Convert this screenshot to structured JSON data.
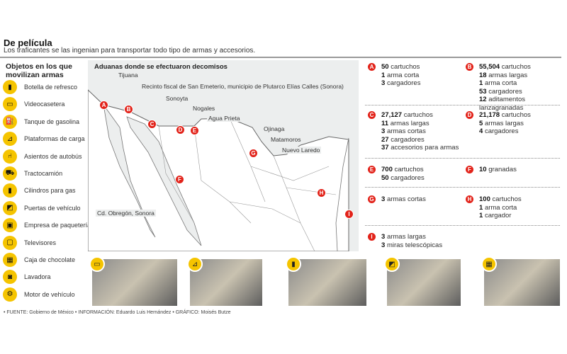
{
  "header": {
    "title": "De película",
    "subtitle": "Los traficantes se las ingenian para transportar todo tipo de armas y accesorios."
  },
  "objects": {
    "heading": "Objetos en los que movilizan armas",
    "items": [
      {
        "label": "Botella de refresco",
        "icon": "bottle-icon"
      },
      {
        "label": "Videocasetera",
        "icon": "vcr-icon"
      },
      {
        "label": "Tanque de gasolina",
        "icon": "fuel-tank-icon"
      },
      {
        "label": "Plataformas de carga",
        "icon": "hand-truck-icon"
      },
      {
        "label": "Asientos de autobús",
        "icon": "seat-icon"
      },
      {
        "label": "Tractocamión",
        "icon": "truck-icon"
      },
      {
        "label": "Cilindros para gas",
        "icon": "gas-cylinder-icon"
      },
      {
        "label": "Puertas de vehículo",
        "icon": "car-door-icon"
      },
      {
        "label": "Empresa de paquetería",
        "icon": "package-icon"
      },
      {
        "label": "Televisores",
        "icon": "tv-icon"
      },
      {
        "label": "Caja de chocolate",
        "icon": "chocolate-box-icon"
      },
      {
        "label": "Lavadora",
        "icon": "washer-icon"
      },
      {
        "label": "Motor de vehículo",
        "icon": "engine-icon"
      }
    ]
  },
  "map": {
    "title": "Aduanas donde se efectuaron decomisos",
    "cities": [
      {
        "letter": "A",
        "name": "Tijuana"
      },
      {
        "letter": "B",
        "name": "Recinto fiscal de San Emeterio, municipio de Plutarco Elías Calles (Sonora)"
      },
      {
        "letter": "C",
        "name": "Sonoyta"
      },
      {
        "letter": "D",
        "name": "Nogales"
      },
      {
        "letter": "E",
        "name": "Agua Prieta"
      },
      {
        "letter": "F",
        "name": "Cd. Obregón, Sonora"
      },
      {
        "letter": "G",
        "name": "Ojinaga"
      },
      {
        "letter": "H",
        "name": "Nuevo Laredo"
      },
      {
        "letter": "I",
        "name": "Matamoros"
      }
    ]
  },
  "seizures": [
    {
      "letter": "A",
      "lines": [
        [
          "50",
          "cartuchos"
        ],
        [
          "1",
          "arma corta"
        ],
        [
          "3",
          "cargadores"
        ]
      ]
    },
    {
      "letter": "B",
      "lines": [
        [
          "55,504",
          "cartuchos"
        ],
        [
          "18",
          "armas largas"
        ],
        [
          "1",
          "arma corta"
        ],
        [
          "53",
          "cargadores"
        ],
        [
          "12",
          "aditamentos lanzagranadas"
        ]
      ]
    },
    {
      "letter": "C",
      "lines": [
        [
          "27,127",
          "cartuchos"
        ],
        [
          "11",
          "armas largas"
        ],
        [
          "3",
          "armas cortas"
        ],
        [
          "27",
          "cargadores"
        ],
        [
          "37",
          "accesorios para armas"
        ]
      ]
    },
    {
      "letter": "D",
      "lines": [
        [
          "21,178",
          "cartuchos"
        ],
        [
          "5",
          "armas largas"
        ],
        [
          "4",
          "cargadores"
        ]
      ]
    },
    {
      "letter": "E",
      "lines": [
        [
          "700",
          "cartuchos"
        ],
        [
          "50",
          "cargadores"
        ]
      ]
    },
    {
      "letter": "F",
      "lines": [
        [
          "10",
          "granadas"
        ]
      ]
    },
    {
      "letter": "G",
      "lines": [
        [
          "3",
          "armas cortas"
        ]
      ]
    },
    {
      "letter": "H",
      "lines": [
        [
          "100",
          "cartuchos"
        ],
        [
          "1",
          "arma corta"
        ],
        [
          "1",
          "cargador"
        ]
      ]
    },
    {
      "letter": "I",
      "lines": [
        [
          "3",
          "armas largas"
        ],
        [
          "3",
          "miras telescópicas"
        ]
      ]
    }
  ],
  "footer": "• FUENTE: Gobierno de México  • INFORMACIÓN: Eduardo Luis Hernández  • GRÁFICO: Moisés Butze",
  "colors": {
    "accent": "#e2231a",
    "icon_bg": "#f5c400",
    "map_bg": "#eceeee"
  }
}
